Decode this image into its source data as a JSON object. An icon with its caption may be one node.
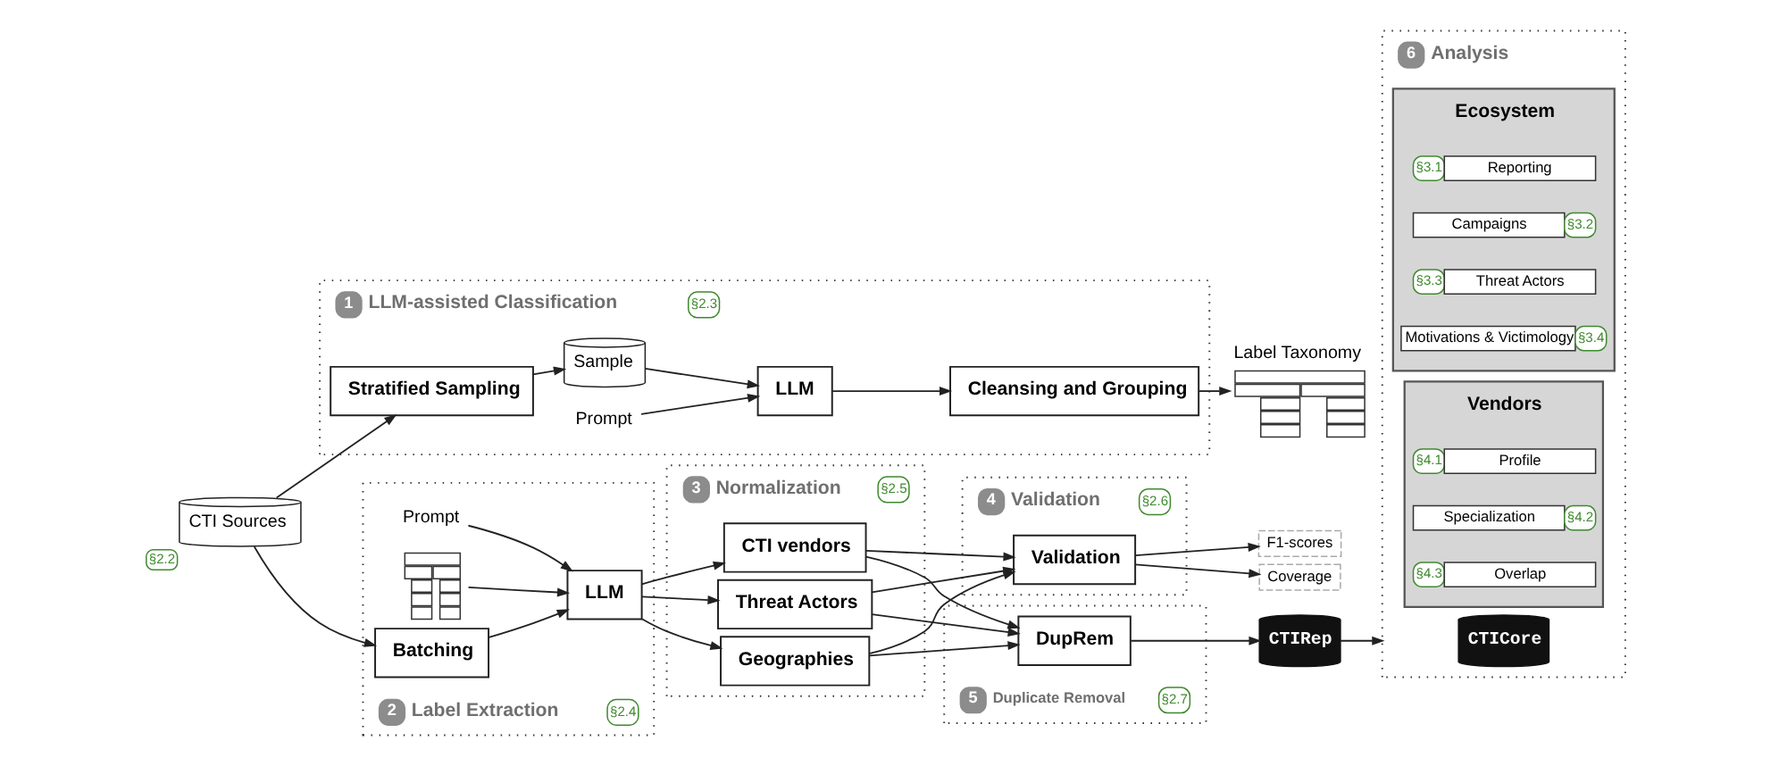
{
  "diagram": {
    "nodes": [
      {
        "text": [
          "CTI Sources"
        ],
        "beside": [
          "§2.2"
        ]
      },
      {
        "text": [
          "1",
          "LLM-assisted Classification"
        ],
        "beside": [
          "§2.3"
        ]
      },
      {
        "text": [
          "Stratified Sampling"
        ],
        "in": 1
      },
      {
        "text": [
          "Sample"
        ],
        "in": 1
      },
      {
        "text": [
          "Prompt"
        ],
        "in": 1
      },
      {
        "text": [
          "LLM"
        ],
        "in": 1
      },
      {
        "text": [
          "Cleansing and Grouping"
        ],
        "in": 1
      },
      {
        "text": [
          "Label Taxonomy"
        ]
      },
      {
        "text": [
          "2",
          "Label Extraction"
        ],
        "beside": [
          "§2.4"
        ]
      },
      {
        "text": [
          "Batching"
        ],
        "in": 8
      },
      {
        "text": [
          "Prompt"
        ],
        "in": 8
      },
      {
        "text": [],
        "shape": "picture",
        "in": 8
      },
      {
        "text": [
          "LLM"
        ],
        "in": 8
      },
      {
        "text": [
          "3",
          "Normalization"
        ],
        "beside": [
          "§2.5"
        ]
      },
      {
        "text": [
          "Geographies"
        ],
        "in": 13
      },
      {
        "text": [
          "CTI vendors"
        ],
        "in": 13
      },
      {
        "text": [
          "Threat Actors"
        ],
        "in": 13
      },
      {
        "text": [
          "4",
          "Validation"
        ],
        "beside": [
          "§2.6"
        ]
      },
      {
        "text": [
          "Validation"
        ],
        "in": 17
      },
      {
        "text": [
          "F1-scores"
        ]
      },
      {
        "text": [
          "Coverage"
        ]
      },
      {
        "text": [
          "5",
          "Duplicate Removal"
        ],
        "beside": [
          "§2.7"
        ]
      },
      {
        "text": [
          "DupRem"
        ],
        "in": 21
      },
      {
        "text": [
          "CTIRep"
        ]
      },
      {
        "text": [
          "6",
          "Analysis"
        ]
      },
      {
        "text": [
          "CTICore"
        ],
        "in": 24
      },
      {
        "text": [
          "Ecosystem"
        ],
        "in": 24
      },
      {
        "text": [
          "Reporting"
        ],
        "in": 26,
        "beside": [
          "§3.1"
        ]
      },
      {
        "text": [
          "Campaigns"
        ],
        "in": 26,
        "beside": [
          "§3.2"
        ]
      },
      {
        "text": [
          "Threat Actors"
        ],
        "in": 26,
        "beside": [
          "§3.3"
        ]
      },
      {
        "text": [
          "Motivations & Victimology"
        ],
        "in": 26,
        "beside": [
          "§3.4"
        ]
      },
      {
        "text": [
          "Vendors"
        ],
        "in": 24
      },
      {
        "text": [
          "Profile"
        ],
        "in": 31,
        "beside": [
          "§4.1"
        ]
      },
      {
        "text": [
          "Specialization"
        ],
        "in": 31,
        "beside": [
          "§4.2"
        ]
      },
      {
        "text": [
          "Overlap"
        ],
        "in": 31,
        "beside": [
          "§4.3"
        ]
      }
    ],
    "edges": [
      {
        "from": 0,
        "to": 2,
        "arrow": "to"
      },
      {
        "from": 2,
        "to": 3,
        "arrow": "to"
      },
      {
        "from": 3,
        "to": 5,
        "arrow": "to"
      },
      {
        "from": 4,
        "to": 5,
        "arrow": "to"
      },
      {
        "from": 5,
        "to": 6,
        "arrow": "to"
      },
      {
        "from": 6,
        "to": 7,
        "arrow": "to"
      },
      {
        "from": 0,
        "to": 9,
        "arrow": "to"
      },
      {
        "from": 9,
        "to": 12,
        "arrow": "to"
      },
      {
        "from": 10,
        "to": 12,
        "arrow": "to"
      },
      {
        "from": 11,
        "to": 12,
        "arrow": "to"
      },
      {
        "from": 12,
        "to": 14,
        "arrow": "to"
      },
      {
        "from": 12,
        "to": 15,
        "arrow": "to"
      },
      {
        "from": 12,
        "to": 16,
        "arrow": "to"
      },
      {
        "from": 14,
        "to": 18,
        "arrow": "to"
      },
      {
        "from": 15,
        "to": 18,
        "arrow": "to"
      },
      {
        "from": 16,
        "to": 18,
        "arrow": "to"
      },
      {
        "from": 14,
        "to": 22,
        "arrow": "to"
      },
      {
        "from": 15,
        "to": 22,
        "arrow": "to"
      },
      {
        "from": 16,
        "to": 22,
        "arrow": "to"
      },
      {
        "from": 18,
        "to": 19,
        "arrow": "to"
      },
      {
        "from": 18,
        "to": 20,
        "arrow": "to"
      },
      {
        "from": 22,
        "to": 23,
        "arrow": "to"
      },
      {
        "from": 23,
        "to": 24,
        "arrow": "to"
      }
    ]
  }
}
